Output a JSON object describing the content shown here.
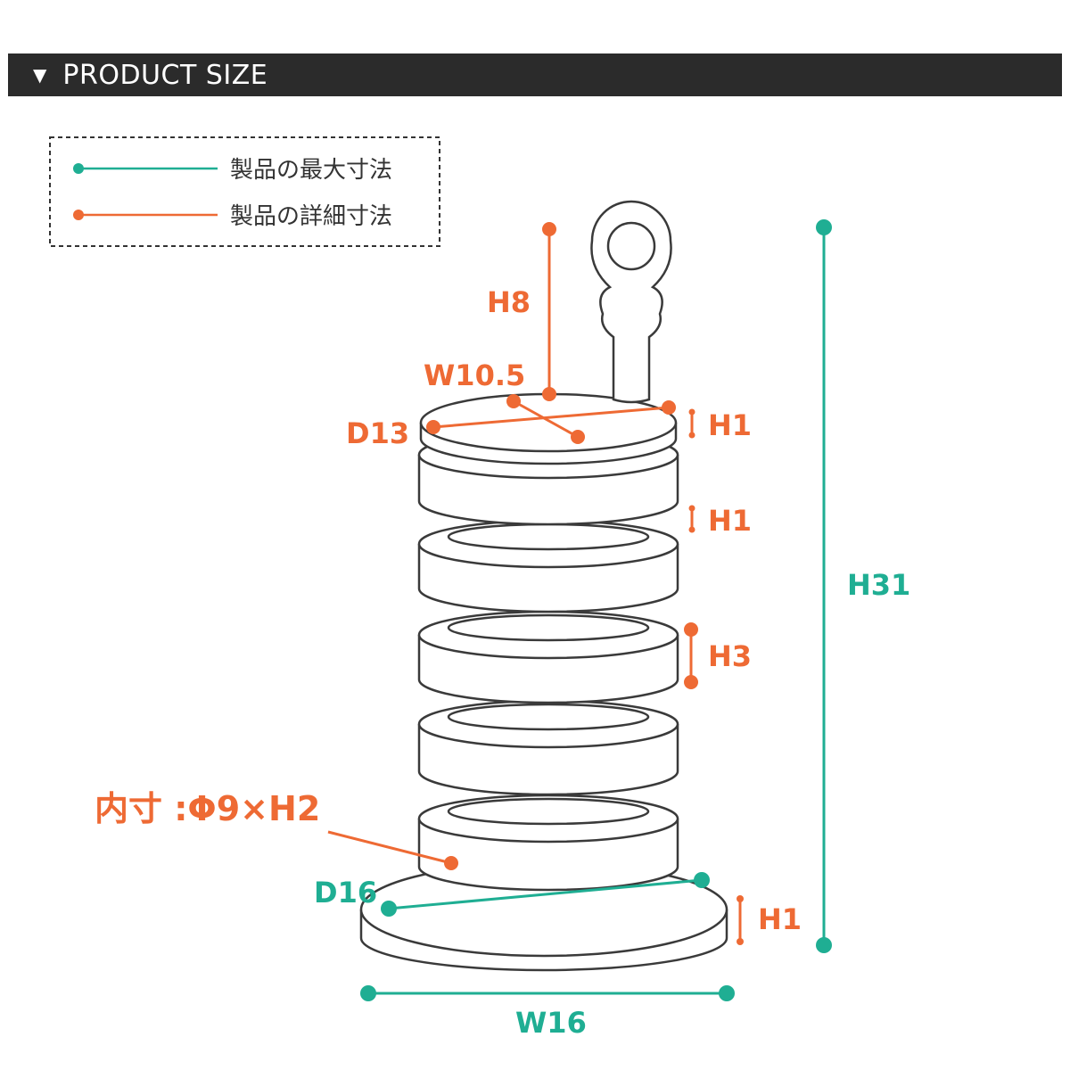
{
  "header": {
    "title": "PRODUCT SIZE",
    "marker": "▼"
  },
  "legend": {
    "max_label": "製品の最大寸法",
    "detail_label": "製品の詳細寸法",
    "max_color": "#1fae93",
    "detail_color": "#ee6a34"
  },
  "labels": {
    "h8": "H8",
    "w10_5": "W10.5",
    "d13": "D13",
    "h1_top": "H1",
    "h1_second": "H1",
    "h3": "H3",
    "inner": "内寸 :Φ9×H2",
    "d16": "D16",
    "h1_base": "H1",
    "h31": "H31",
    "w16": "W16"
  },
  "colors": {
    "detail": "#ee6a34",
    "max": "#1fae93",
    "outline": "#3a3a3a"
  }
}
